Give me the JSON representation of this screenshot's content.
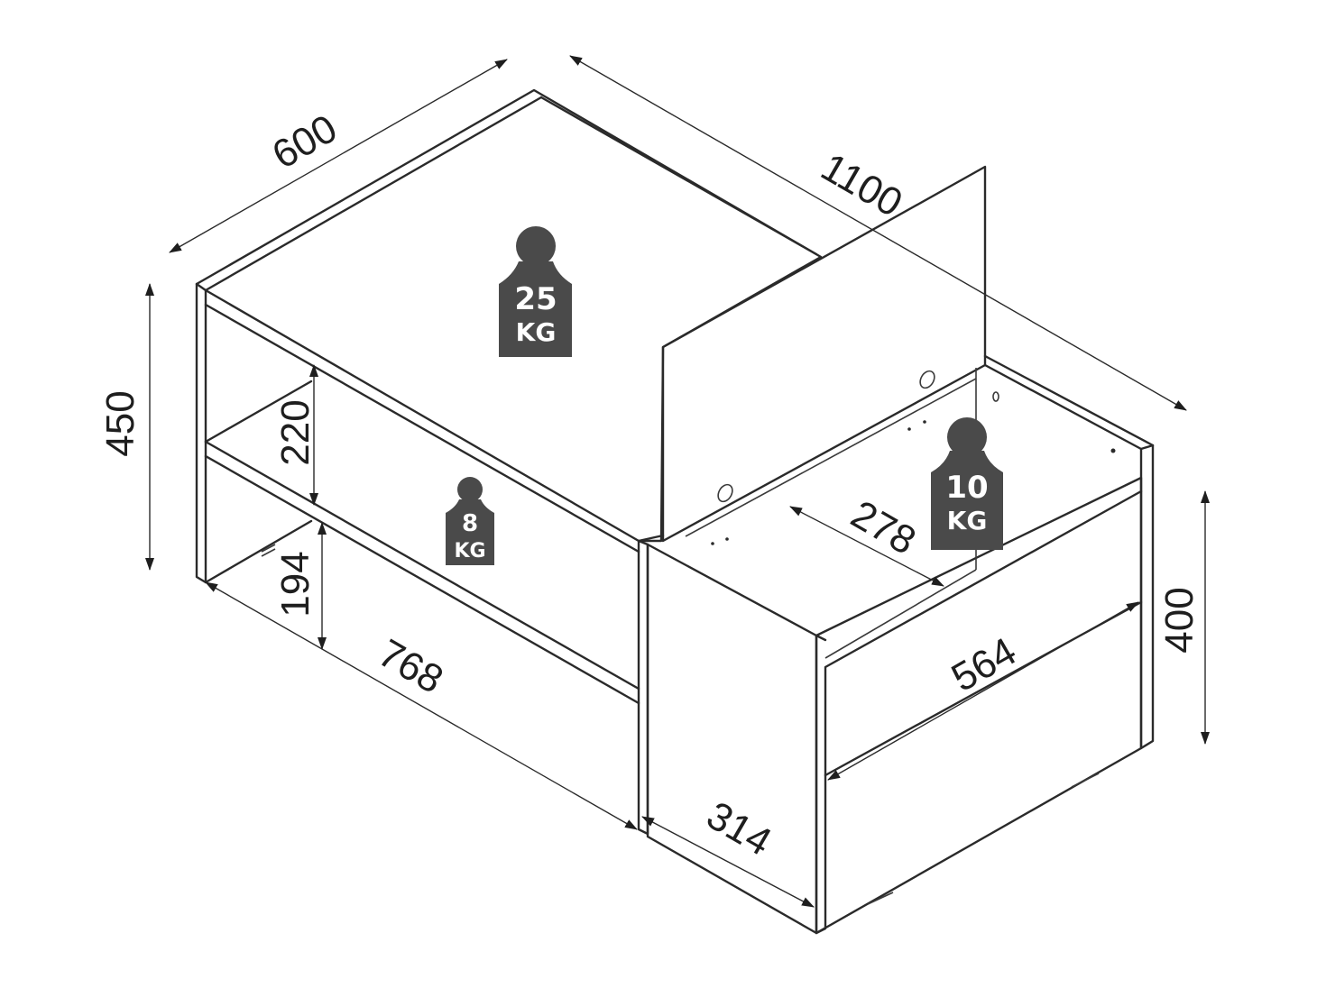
{
  "dimensions": {
    "depth": "600",
    "length": "1100",
    "height": "450",
    "shelf_gap": "220",
    "bottom_gap": "194",
    "open_width": "768",
    "box_depth": "314",
    "box_height": "400",
    "box_width": "564",
    "box_inner": "278"
  },
  "weights": {
    "top": {
      "value": "25",
      "unit": "KG"
    },
    "shelf": {
      "value": "8",
      "unit": "KG"
    },
    "box": {
      "value": "10",
      "unit": "KG"
    }
  },
  "colors": {
    "line": "#2a2a2a",
    "weight_badge": "#4a4a4a",
    "background": "#ffffff"
  }
}
